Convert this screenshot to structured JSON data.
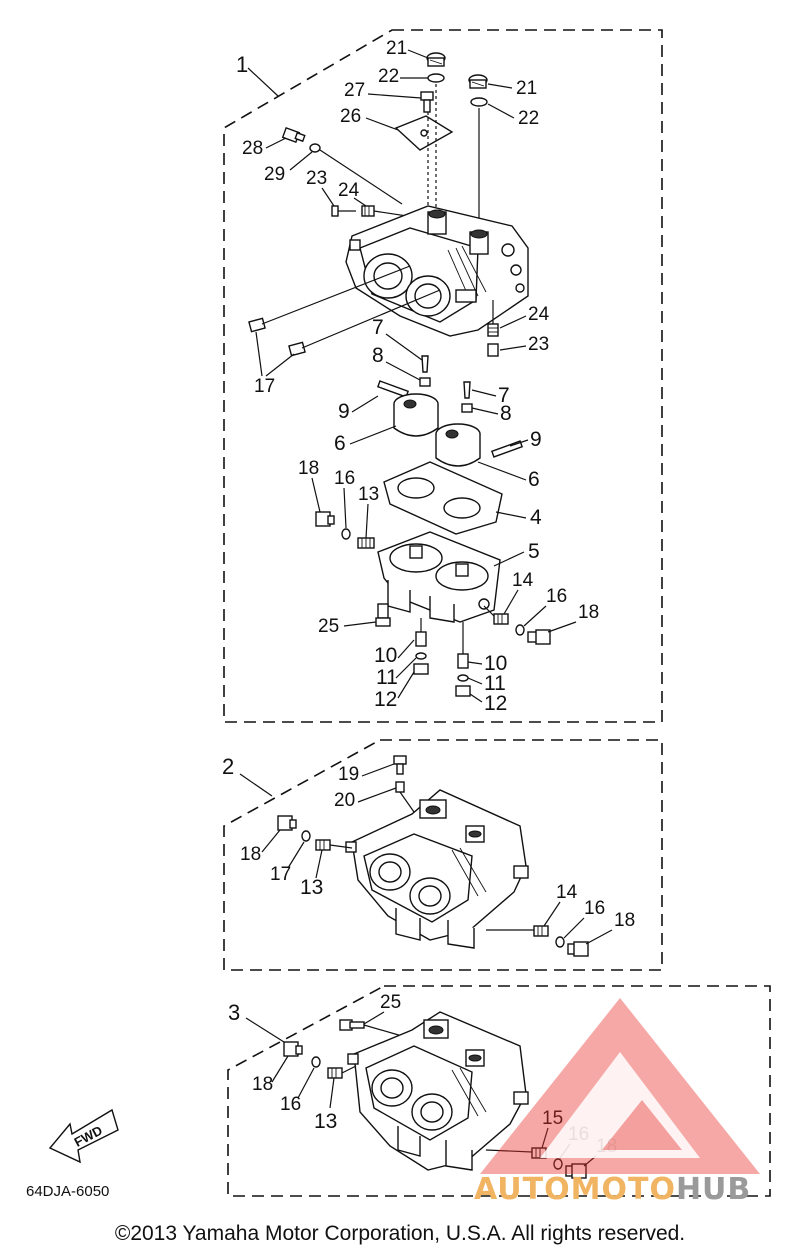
{
  "groups": [
    {
      "id": "1",
      "label": "1"
    },
    {
      "id": "2",
      "label": "2"
    },
    {
      "id": "3",
      "label": "3"
    }
  ],
  "callouts": {
    "c21a": "21",
    "c22a": "22",
    "c27": "27",
    "c26": "26",
    "c28": "28",
    "c29": "29",
    "c21b": "21",
    "c22b": "22",
    "c23a": "23",
    "c24a": "24",
    "c24b": "24",
    "c23b": "23",
    "c17a": "17",
    "c7a": "7",
    "c8a": "8",
    "c7b": "7",
    "c8b": "8",
    "c9a": "9",
    "c6a": "6",
    "c9b": "9",
    "c6b": "6",
    "c18a": "18",
    "c16a": "16",
    "c13a": "13",
    "c4": "4",
    "c5": "5",
    "c14a": "14",
    "c16b": "16",
    "c18b": "18",
    "c25a": "25",
    "c10a": "10",
    "c11a": "11",
    "c12a": "12",
    "c10b": "10",
    "c11b": "11",
    "c12b": "12",
    "c19": "19",
    "c20": "20",
    "c18c": "18",
    "c17b": "17",
    "c13b": "13",
    "c14b": "14",
    "c16c": "16",
    "c18d": "18",
    "c25b": "25",
    "c18e": "18",
    "c16d": "16",
    "c13c": "13",
    "c15": "15",
    "c16e": "16",
    "c18f": "18"
  },
  "fwd_label": "FWD",
  "diagram_code": "64DJA-6050",
  "copyright": "©2013 Yamaha Motor Corporation, U.S.A. All rights reserved.",
  "watermark": {
    "part1": "AUTOMOTO",
    "part2": "HUB"
  },
  "colors": {
    "line": "#111111",
    "watermark_red": "#e8302c",
    "watermark_orange": "#f0b463",
    "watermark_gray": "#9a9a9a"
  }
}
